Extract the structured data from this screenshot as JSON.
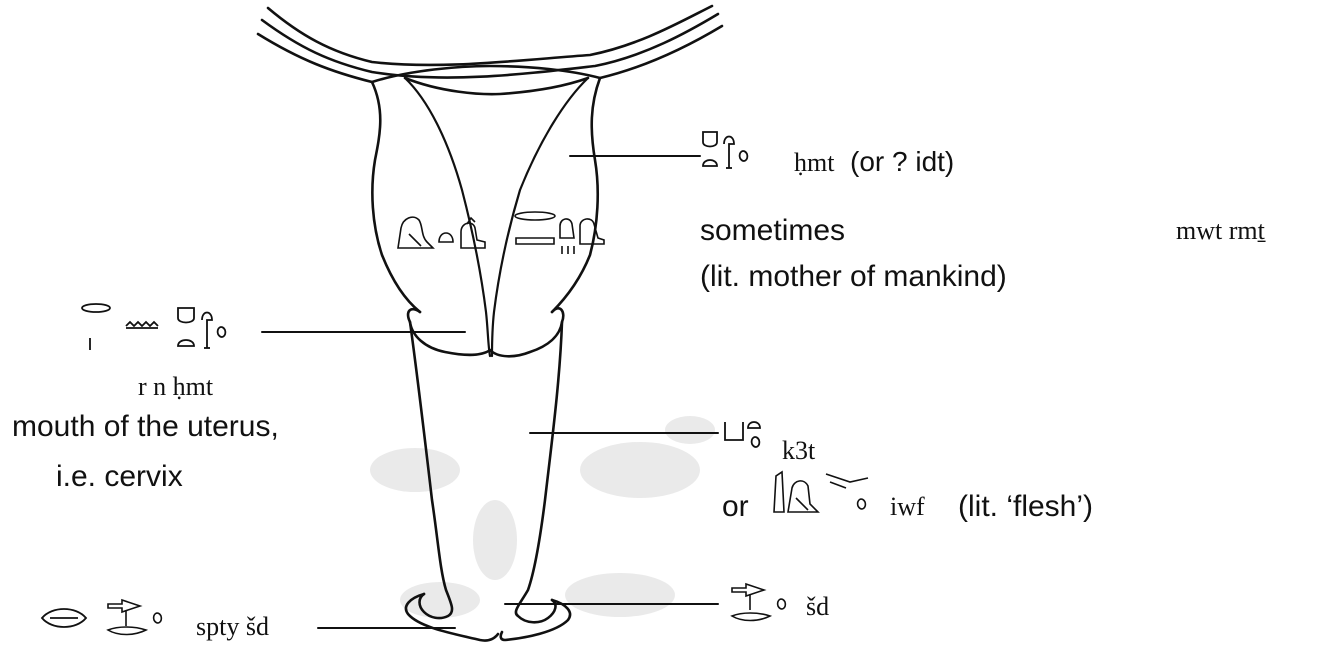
{
  "labels": {
    "uterus_translit": "ḥmt",
    "uterus_alt": "(or ? idt)",
    "sometimes": "sometimes",
    "mwt_rmt": "mwt rmṯ",
    "mankind_gloss": "(lit. mother of mankind)",
    "cervix_translit": "r n ḥmt",
    "cervix_line1": "mouth of the uterus,",
    "cervix_line2": "i.e. cervix",
    "k3t_translit": "k3t",
    "or_word": "or",
    "iwf_translit": "iwf",
    "flesh_gloss": "(lit. ‘flesh’)",
    "spty_translit": "spty šd",
    "sd_translit": "šd"
  },
  "hieroglyphs": {
    "uterus": "uterus-hieroglyph-group",
    "mwt": "vulture-mother-hieroglyph-group",
    "rmt": "mankind-hieroglyph-group",
    "r_n_hmt": "mouth-of-uterus-hieroglyph-group",
    "k3t": "k3t-hieroglyph-group",
    "iwf": "iwf-flesh-hieroglyph-group",
    "spty": "lips-hieroglyph",
    "sd_left": "sd-hieroglyph-group",
    "sd_right": "sd-hieroglyph-group"
  },
  "colors": {
    "ink": "#111111",
    "paper": "#ffffff",
    "shading": "#e6e6e6"
  }
}
